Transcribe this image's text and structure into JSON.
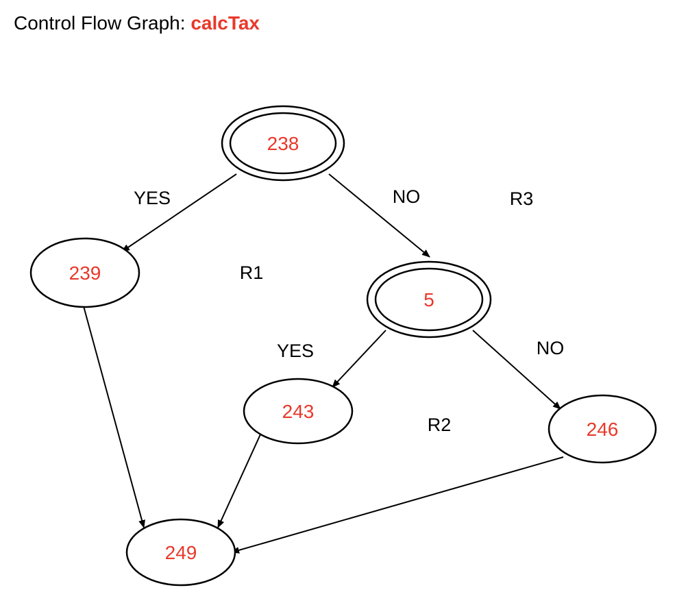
{
  "title": {
    "prefix": "Control Flow Graph: ",
    "function_name": "calcTax"
  },
  "colors": {
    "accent": "#e8392a",
    "ink": "#000000"
  },
  "nodes": [
    {
      "id": "n238",
      "label": "238",
      "kind": "decision"
    },
    {
      "id": "n239",
      "label": "239",
      "kind": "statement"
    },
    {
      "id": "n5",
      "label": "5",
      "kind": "decision"
    },
    {
      "id": "n243",
      "label": "243",
      "kind": "statement"
    },
    {
      "id": "n246",
      "label": "246",
      "kind": "statement"
    },
    {
      "id": "n249",
      "label": "249",
      "kind": "statement"
    }
  ],
  "edges": [
    {
      "from": "n238",
      "to": "n239",
      "label": "YES"
    },
    {
      "from": "n238",
      "to": "n5",
      "label": "NO"
    },
    {
      "from": "n239",
      "to": "n249",
      "label": ""
    },
    {
      "from": "n5",
      "to": "n243",
      "label": "YES"
    },
    {
      "from": "n5",
      "to": "n246",
      "label": "NO"
    },
    {
      "from": "n243",
      "to": "n249",
      "label": ""
    },
    {
      "from": "n246",
      "to": "n249",
      "label": ""
    }
  ],
  "regions": [
    "R1",
    "R2",
    "R3"
  ]
}
